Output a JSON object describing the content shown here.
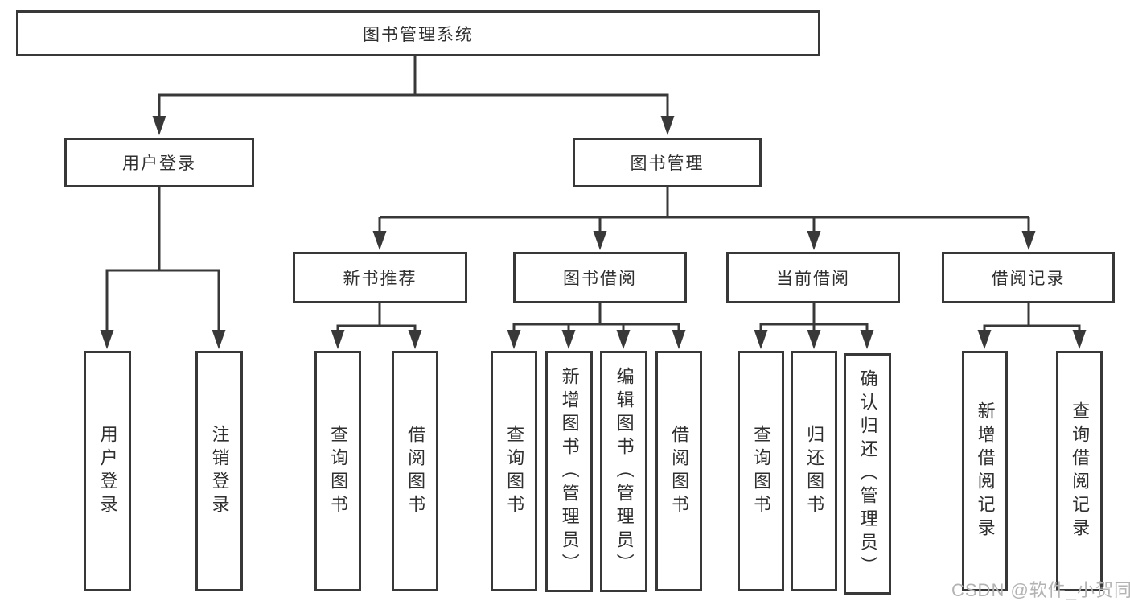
{
  "colors": {
    "line": "#383838",
    "box_border": "#383838",
    "background": "#ffffff",
    "watermark": "#b3b3b3"
  },
  "watermark": {
    "text": "CSDN @软件_小贺同学"
  },
  "tree": {
    "root": {
      "label": "图书管理系统"
    },
    "level2": [
      {
        "label": "用户登录"
      },
      {
        "label": "图书管理"
      }
    ],
    "level3": [
      {
        "label": "新书推荐"
      },
      {
        "label": "图书借阅"
      },
      {
        "label": "当前借阅"
      },
      {
        "label": "借阅记录"
      }
    ],
    "leaves": {
      "user_login": [
        {
          "label": "用户登录"
        },
        {
          "label": "注销登录"
        }
      ],
      "new_book": [
        {
          "label": "查询图书"
        },
        {
          "label": "借阅图书"
        }
      ],
      "borrow": [
        {
          "label": "查询图书"
        },
        {
          "label": "新增图书（管理员）"
        },
        {
          "label": "编辑图书（管理员）"
        },
        {
          "label": "借阅图书"
        }
      ],
      "current": [
        {
          "label": "查询图书"
        },
        {
          "label": "归还图书"
        },
        {
          "label": "确认归还（管理员）"
        }
      ],
      "records": [
        {
          "label": "新增借阅记录"
        },
        {
          "label": "查询借阅记录"
        }
      ]
    }
  }
}
